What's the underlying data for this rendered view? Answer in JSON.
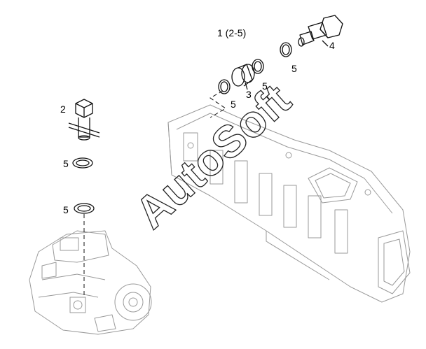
{
  "diagram": {
    "assembly_label": "1 (2-5)",
    "watermark": "AutoSoft",
    "callouts": [
      {
        "id": "c2",
        "text": "2"
      },
      {
        "id": "c3",
        "text": "3"
      },
      {
        "id": "c4",
        "text": "4"
      },
      {
        "id": "c5a",
        "text": "5"
      },
      {
        "id": "c5b",
        "text": "5"
      },
      {
        "id": "c5c",
        "text": "5"
      },
      {
        "id": "c5d",
        "text": "5"
      },
      {
        "id": "c5e",
        "text": "5"
      }
    ]
  }
}
